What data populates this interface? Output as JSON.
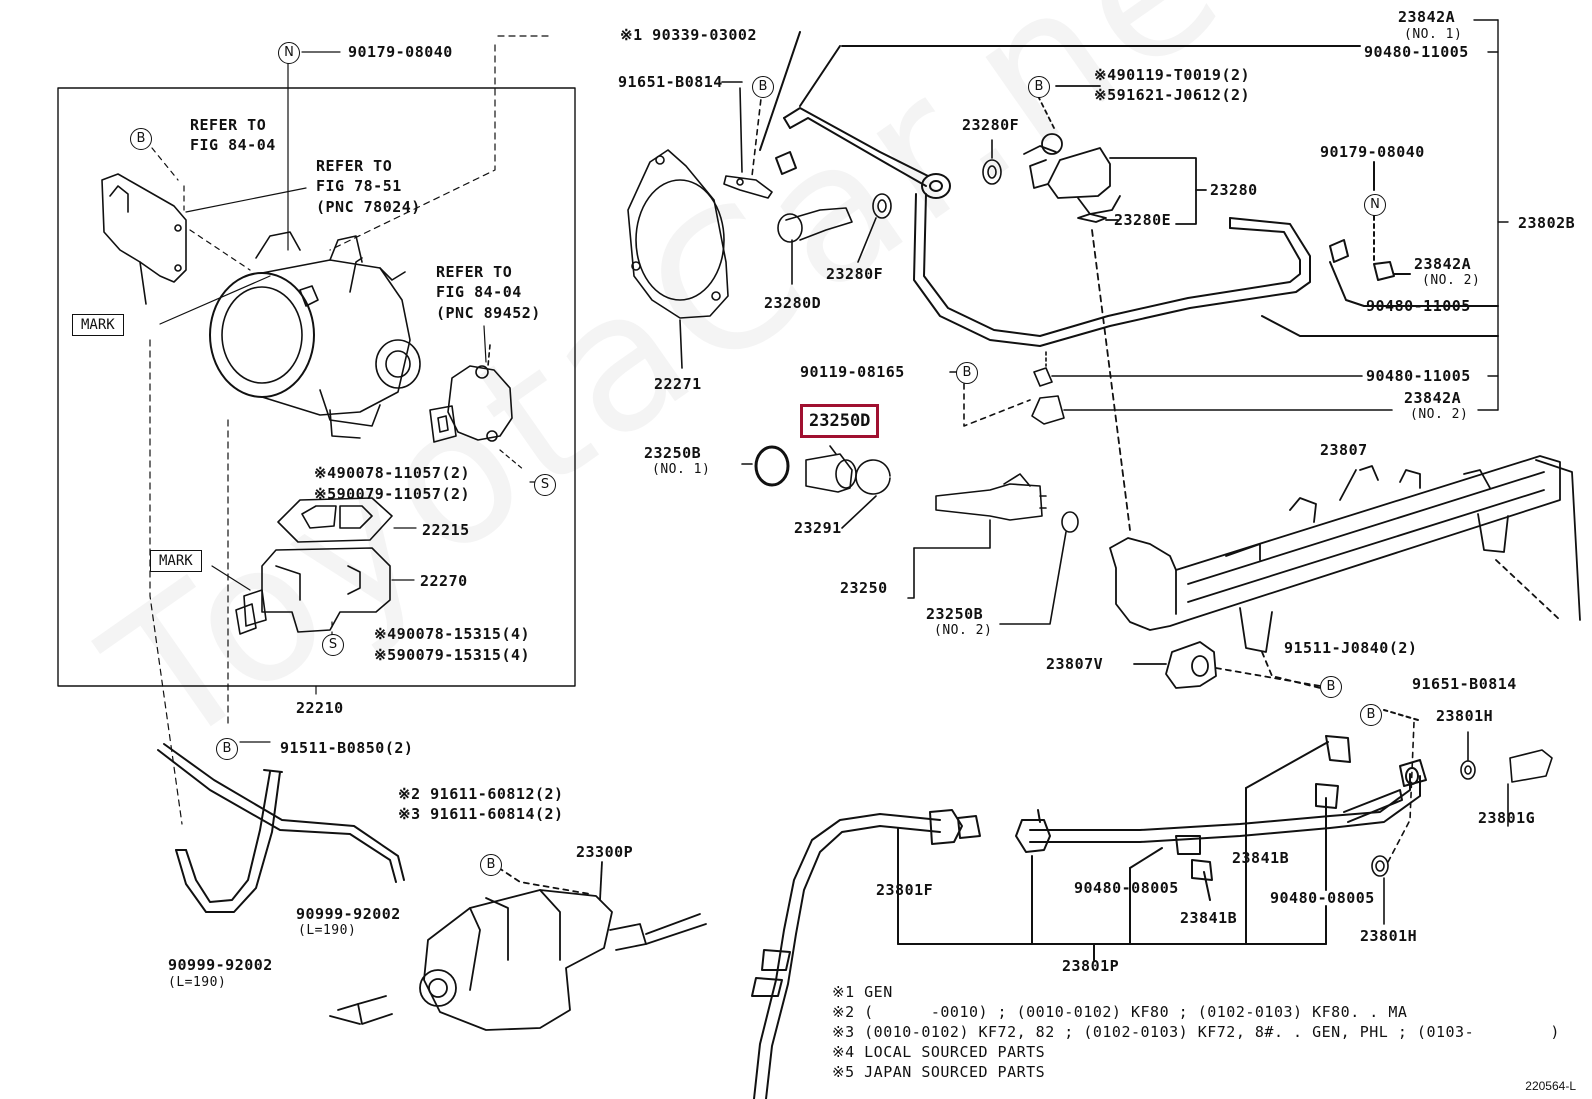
{
  "watermark": "ToyotaCar.net.ru",
  "diagram_code": "220564-L",
  "highlight": "23250D",
  "markers": {
    "B": "B",
    "N": "N",
    "S": "S"
  },
  "labels": {
    "p90179_08040_top": "90179-08040",
    "p190339_03002": "※1 90339-03002",
    "refer_fig84_a1": "REFER TO",
    "refer_fig84_a2": "FIG 84-04",
    "refer_fig78_1": "REFER TO",
    "refer_fig78_2": "FIG 78-51",
    "refer_fig78_3": "(PNC 78024)",
    "refer_fig84_b1": "REFER TO",
    "refer_fig84_b2": "FIG 84-04",
    "refer_fig84_b3": "(PNC 89452)",
    "mark1": "MARK",
    "mark2": "MARK",
    "p490078_11057": "※490078-11057(2)",
    "p590079_11057": "※590079-11057(2)",
    "p22215": "22215",
    "p22270": "22270",
    "p490078_15315": "※490078-15315(4)",
    "p590079_15315": "※590079-15315(4)",
    "p22210": "22210",
    "p91511_B0850": "91511-B0850(2)",
    "p291611_60812": "※2 91611-60812(2)",
    "p391611_60814": "※3 91611-60814(2)",
    "p23300P": "23300P",
    "p90999_92002_a": "90999-92002",
    "p90999_92002_a_len": "(L=190)",
    "p90999_92002_b": "90999-92002",
    "p90999_92002_b_len": "(L=190)",
    "p91651_B0814_top": "91651-B0814",
    "p22271": "22271",
    "p90119_08165": "90119-08165",
    "p23250B_1": "23250B",
    "p23250B_1_sub": "(NO. 1)",
    "p23291": "23291",
    "p23250": "23250",
    "p23250B_2": "23250B",
    "p23250B_2_sub": "(NO. 2)",
    "p23280F_a": "23280F",
    "p23280F_b": "23280F",
    "p23280D": "23280D",
    "p490119_T0019": "※490119-T0019(2)",
    "p591621_J0612": "※591621-J0612(2)",
    "p23280": "23280",
    "p23280E": "23280E",
    "p23842A_top": "23842A",
    "p23842A_top_sub": "(NO. 1)",
    "p90480_11005_a": "90480-11005",
    "p90179_08040_right": "90179-08040",
    "p23802B": "23802B",
    "p23842A_mid": "23842A",
    "p23842A_mid_sub": "(NO. 2)",
    "p90480_11005_b": "90480-11005",
    "p90480_11005_c": "90480-11005",
    "p23842A_low": "23842A",
    "p23842A_low_sub": "(NO. 2)",
    "p23807": "23807",
    "p23807V": "23807V",
    "p91511_J0840": "91511-J0840(2)",
    "p91651_B0814_low": "91651-B0814",
    "p23801H_a": "23801H",
    "p23801G": "23801G",
    "p23801H_b": "23801H",
    "p23841B_a": "23841B",
    "p23841B_b": "23841B",
    "p90480_08005_a": "90480-08005",
    "p90480_08005_b": "90480-08005",
    "p23801F": "23801F",
    "p23801P": "23801P"
  },
  "notes": [
    "※1 GEN",
    "※2 (      -0010) ; (0010-0102) KF80 ; (0102-0103) KF80. . MA",
    "※3 (0010-0102) KF72, 82 ; (0102-0103) KF72, 8#. . GEN, PHL ; (0103-        )",
    "※4 LOCAL SOURCED PARTS",
    "※5 JAPAN SOURCED PARTS"
  ]
}
